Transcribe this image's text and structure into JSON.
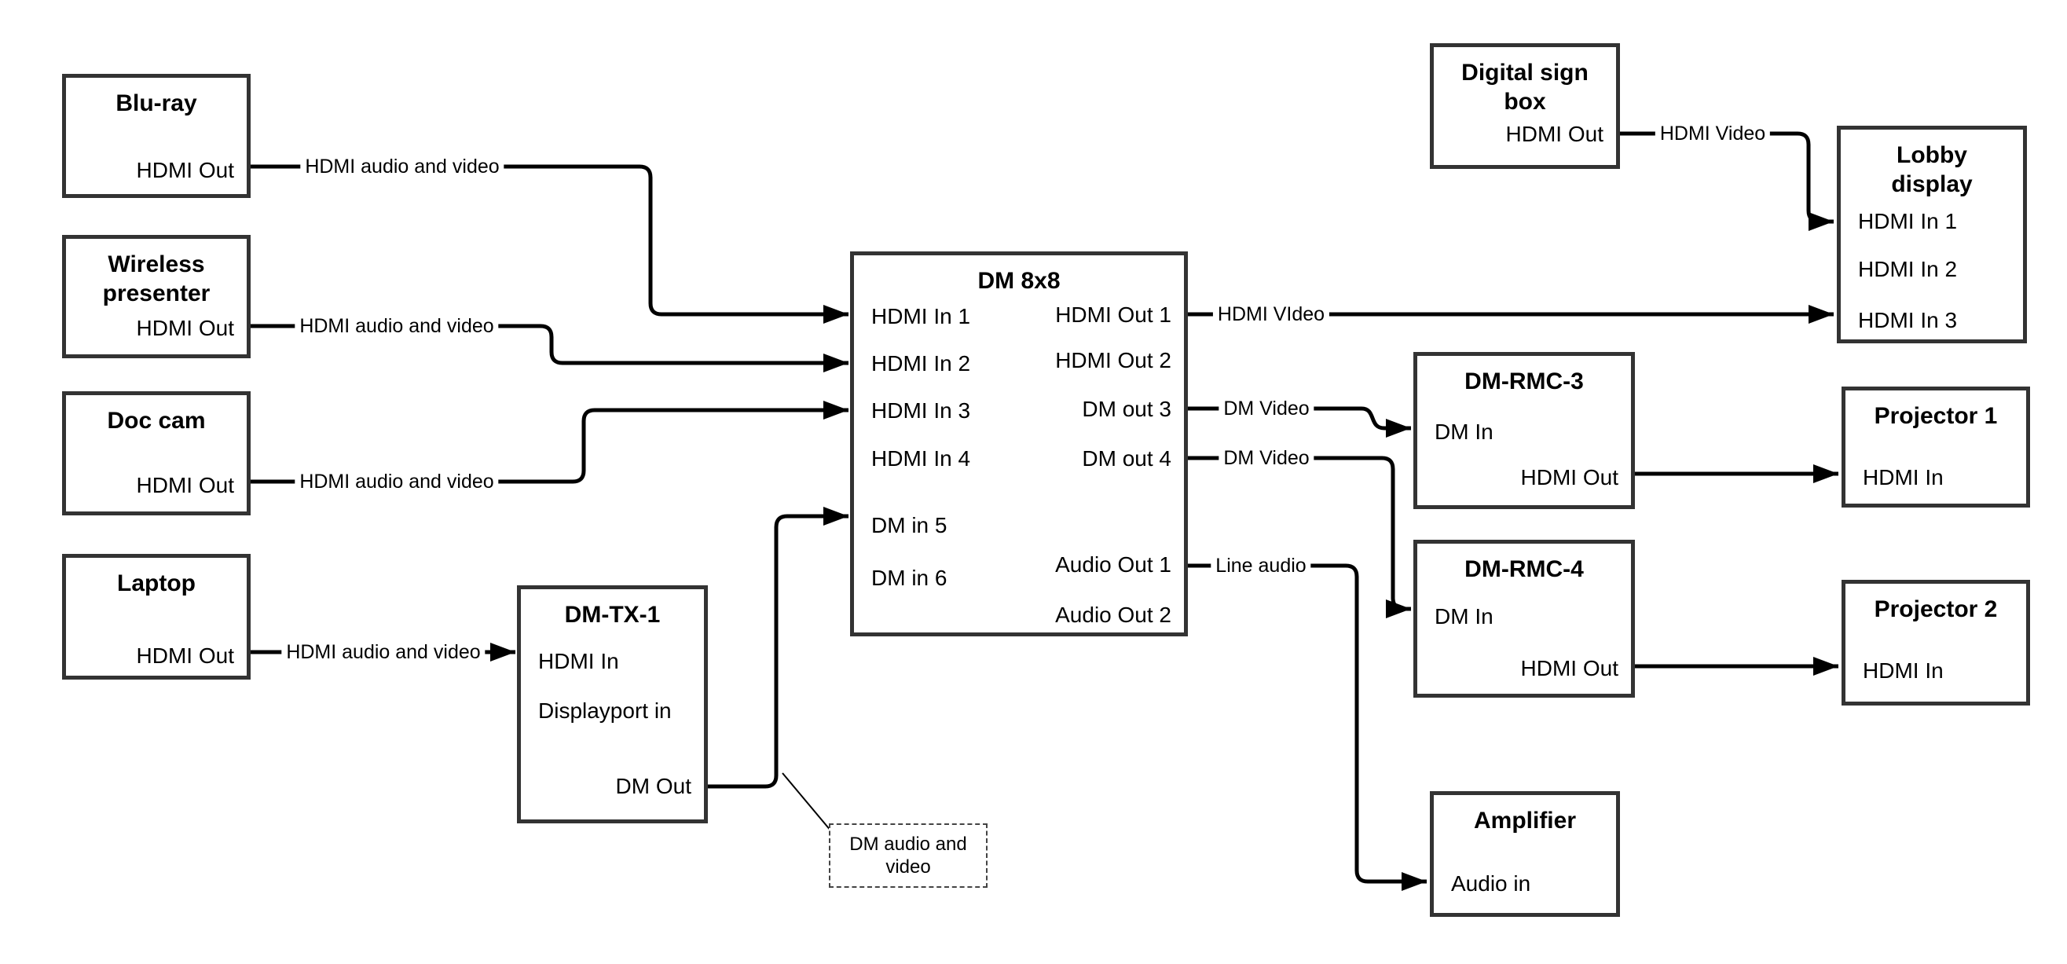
{
  "colors": {
    "background": "#ffffff",
    "wire": "#000000",
    "box_border": "#333333",
    "text": "#000000"
  },
  "nodes": {
    "bluray": {
      "title": "Blu-ray",
      "port_hdmi_out": "HDMI Out"
    },
    "wireless": {
      "title_line1": "Wireless",
      "title_line2": "presenter",
      "port_hdmi_out": "HDMI Out"
    },
    "doccam": {
      "title": "Doc cam",
      "port_hdmi_out": "HDMI Out"
    },
    "laptop": {
      "title": "Laptop",
      "port_hdmi_out": "HDMI Out"
    },
    "dmtx1": {
      "title": "DM-TX-1",
      "port_hdmi_in": "HDMI In",
      "port_displayport_in": "Displayport in",
      "port_dm_out": "DM Out"
    },
    "dm8x8": {
      "title": "DM 8x8",
      "in1": "HDMI In 1",
      "in2": "HDMI In 2",
      "in3": "HDMI In 3",
      "in4": "HDMI In 4",
      "in5": "DM in 5",
      "in6": "DM in 6",
      "out1": "HDMI Out 1",
      "out2": "HDMI Out 2",
      "out3": "DM out 3",
      "out4": "DM out 4",
      "aout1": "Audio Out 1",
      "aout2": "Audio Out 2"
    },
    "digital_sign": {
      "title_line1": "Digital sign",
      "title_line2": "box",
      "port_hdmi_out": "HDMI Out"
    },
    "lobby": {
      "title_line1": "Lobby",
      "title_line2": "display",
      "in1": "HDMI In 1",
      "in2": "HDMI In 2",
      "in3": "HDMI In 3"
    },
    "dmrmc3": {
      "title": "DM-RMC-3",
      "port_dm_in": "DM In",
      "port_hdmi_out": "HDMI Out"
    },
    "proj1": {
      "title": "Projector 1",
      "port_hdmi_in": "HDMI In"
    },
    "dmrmc4": {
      "title": "DM-RMC-4",
      "port_dm_in": "DM In",
      "port_hdmi_out": "HDMI Out"
    },
    "proj2": {
      "title": "Projector 2",
      "port_hdmi_in": "HDMI In"
    },
    "amplifier": {
      "title": "Amplifier",
      "port_audio_in": "Audio in"
    }
  },
  "links": {
    "bluray_to_dm8x8": "HDMI audio and video",
    "wireless_to_dm8x8": "HDMI audio and video",
    "doccam_to_dm8x8": "HDMI audio and video",
    "laptop_to_dmtx1": "HDMI audio and video",
    "dm8x8_to_lobby": "HDMI VIdeo",
    "dm8x8_to_dmrmc3": "DM Video",
    "dm8x8_to_dmrmc4": "DM Video",
    "dm8x8_to_amplifier": "Line audio",
    "digital_sign_to_lobby": "HDMI Video",
    "callout_line1": "DM audio and",
    "callout_line2": "video"
  }
}
